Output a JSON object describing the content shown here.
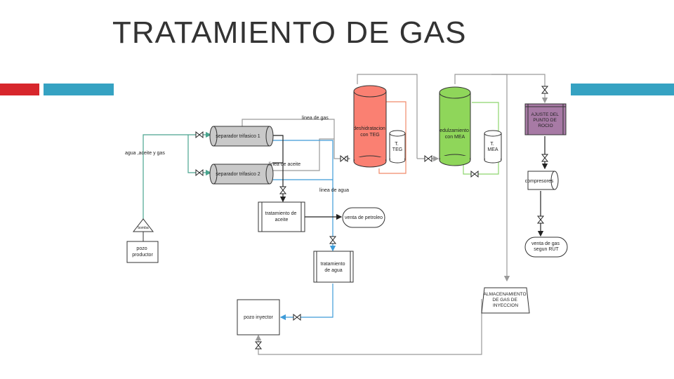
{
  "title": "TRATAMIENTO DE GAS",
  "colors": {
    "accent_red": "#d7262c",
    "accent_blue": "#35a2c2",
    "teg_column": "#fa8072",
    "mea_column": "#8fd65a",
    "ajuste_box": "#a77aa5",
    "gray_equipment": "#c9c9c9",
    "water_line": "#3e9bd8",
    "gas_line": "#9a9a9a",
    "inlet_line": "#4aa58f",
    "red_loop": "#f08a6a",
    "green_loop": "#8ed56e"
  },
  "diagram": {
    "pozo_productor": "pozo\nproductor",
    "choke_label": "bomba",
    "feed_label": "agua ,aceite y gas",
    "separador_1": "separador trifasico 1",
    "separador_2": "separador trifasico 2",
    "linea_gas": "linea de gas",
    "linea_aceite": "linea de aceite",
    "linea_agua": "linea de agua",
    "tratamiento_aceite": "tratamiento de\naceite",
    "venta_petroleo": "venta de petroleo",
    "tratamiento_agua": "tratamiento\nde agua",
    "pozo_inyector": "pozo inyector",
    "deshidratacion": "deshidratacion\ncon TEG",
    "tanque_teg": "T.\nTEG",
    "endulzamiento": "edulzamiento\ncon MEA",
    "tanque_mea": "T.\nMEA",
    "ajuste_punto_rocio": "AJUSTE DEL\nPUNTO DE\nROCIO",
    "compresores": "compresores",
    "venta_gas": "venta de gas\nsegun RUT",
    "almacenamiento": "ALMACENAMIENTO\nDE GAS DE\nINYECCION"
  }
}
